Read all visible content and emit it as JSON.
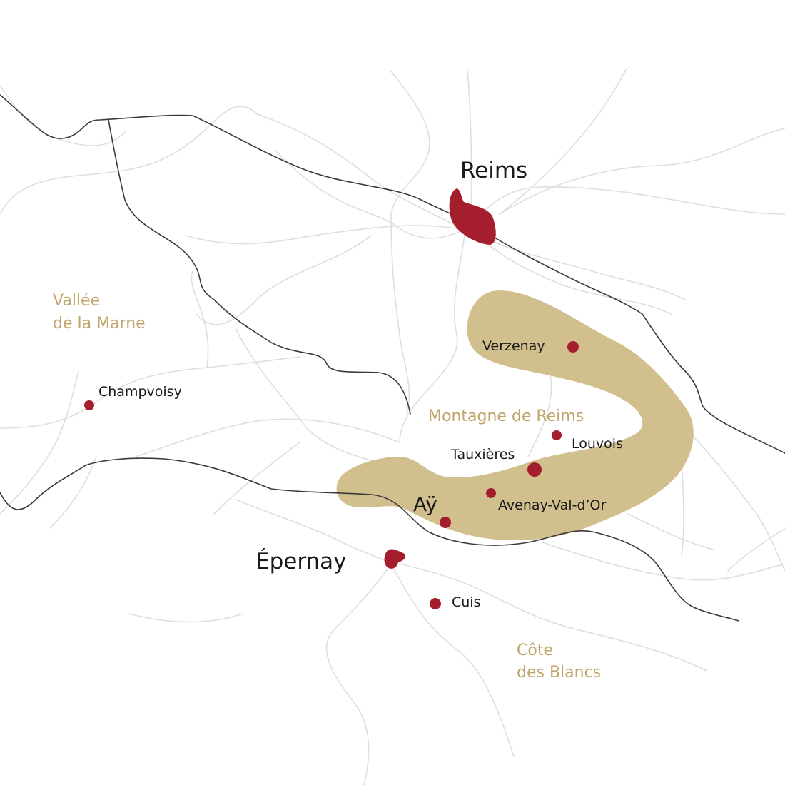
{
  "colors": {
    "background": "#ffffff",
    "region_fill": "#d1bf8d",
    "region_text": "#c0a56a",
    "marker": "#a51e2e",
    "city_text": "#1a1a1a",
    "major_road": "#3a3a3a",
    "minor_road": "#dedede"
  },
  "cities": {
    "reims": "Reims",
    "epernay": "Épernay",
    "ay": "Aÿ"
  },
  "villages": {
    "verzenay": "Verzenay",
    "louvois": "Louvois",
    "tauxieres": "Tauxières",
    "avenay": "Avenay-Val-d’Or",
    "champvoisy": "Champvoisy",
    "cuis": "Cuis"
  },
  "regions": {
    "vallee_line1": "Vallée",
    "vallee_line2": "de la Marne",
    "montagne": "Montagne de Reims",
    "cote_line1": "Côte",
    "cote_line2": "des Blancs"
  }
}
